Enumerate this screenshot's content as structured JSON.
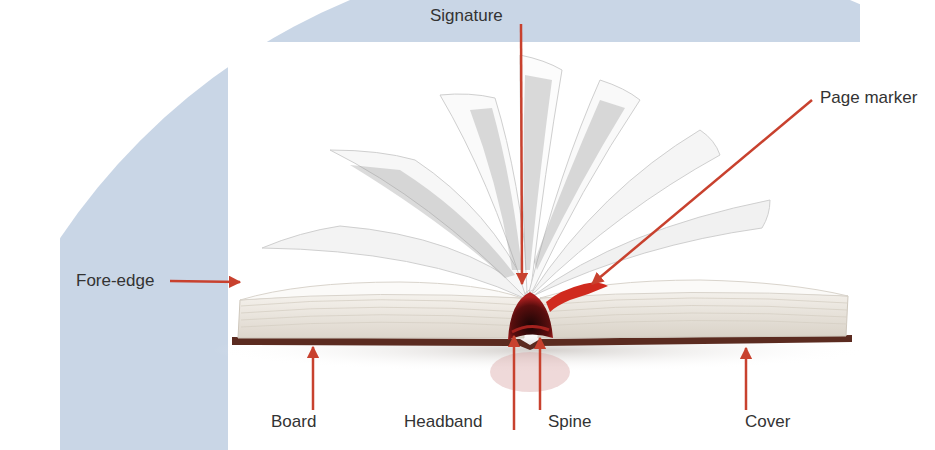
{
  "diagram": {
    "labels": [
      "Signature",
      "Page marker",
      "Fore-edge",
      "Board",
      "Headband",
      "Spine",
      "Cover"
    ]
  }
}
